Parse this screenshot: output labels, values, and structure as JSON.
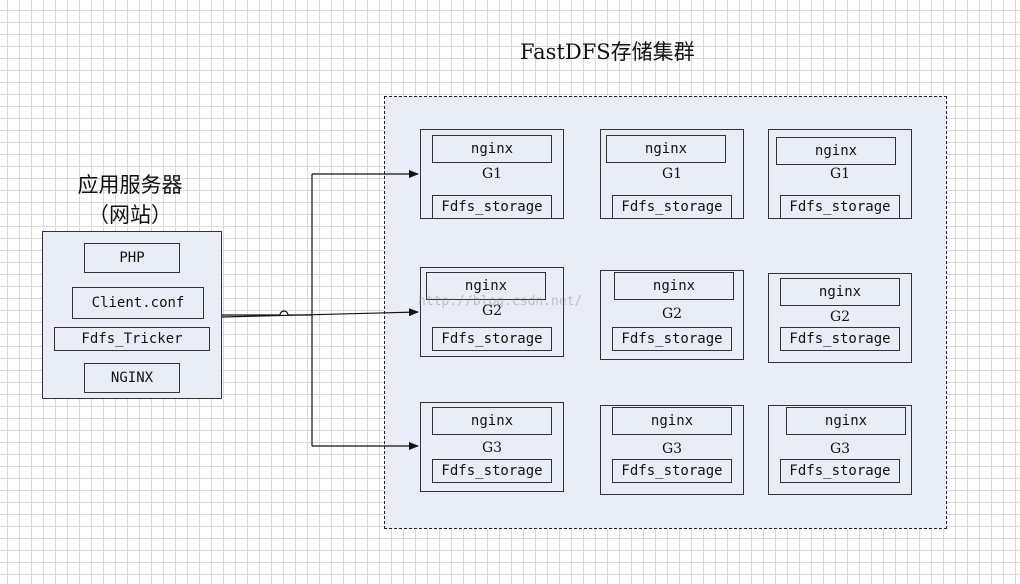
{
  "cluster_title": "FastDFS存储集群",
  "web_server": {
    "title_line1": "应用服务器",
    "title_line2": "（网站）",
    "components": [
      "PHP",
      "Client.conf",
      "Fdfs_Tricker",
      "NGINX"
    ]
  },
  "storage_groups": [
    {
      "group": "G1",
      "nodes": [
        {
          "top": "nginx",
          "label": "G1",
          "bottom": "Fdfs_storage"
        },
        {
          "top": "nginx",
          "label": "G1",
          "bottom": "Fdfs_storage"
        },
        {
          "top": "nginx",
          "label": "G1",
          "bottom": "Fdfs_storage"
        }
      ]
    },
    {
      "group": "G2",
      "nodes": [
        {
          "top": "nginx",
          "label": "G2",
          "bottom": "Fdfs_storage"
        },
        {
          "top": "nginx",
          "label": "G2",
          "bottom": "Fdfs_storage"
        },
        {
          "top": "nginx",
          "label": "G2",
          "bottom": "Fdfs_storage"
        }
      ]
    },
    {
      "group": "G3",
      "nodes": [
        {
          "top": "nginx",
          "label": "G3",
          "bottom": "Fdfs_storage"
        },
        {
          "top": "nginx",
          "label": "G3",
          "bottom": "Fdfs_storage"
        },
        {
          "top": "nginx",
          "label": "G3",
          "bottom": "Fdfs_storage"
        }
      ]
    }
  ],
  "watermark": "http://blog.csdn.net/"
}
